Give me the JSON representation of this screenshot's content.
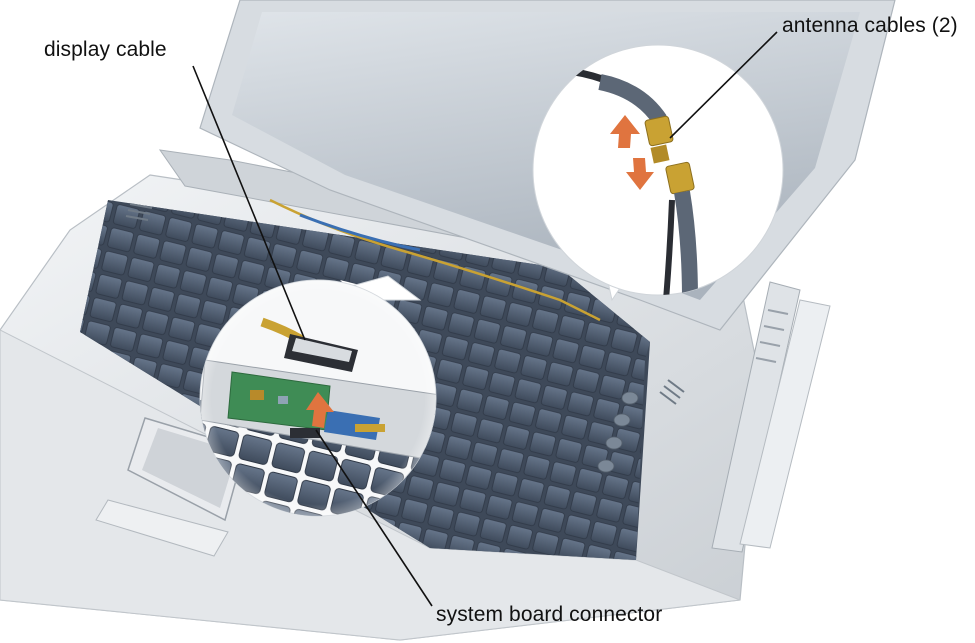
{
  "callouts": {
    "display_cable": "display cable",
    "antenna_cables": "antenna cables (2)",
    "system_board_connector": "system board connector"
  },
  "colors": {
    "laptop_body": "#d9dde1",
    "keys": "#4f5e72",
    "screen": "#c4ccd4",
    "cable_gold": "#c9a233",
    "arrow_orange": "#e0743f",
    "board_green": "#3f8c55",
    "leader_line": "#111111"
  }
}
